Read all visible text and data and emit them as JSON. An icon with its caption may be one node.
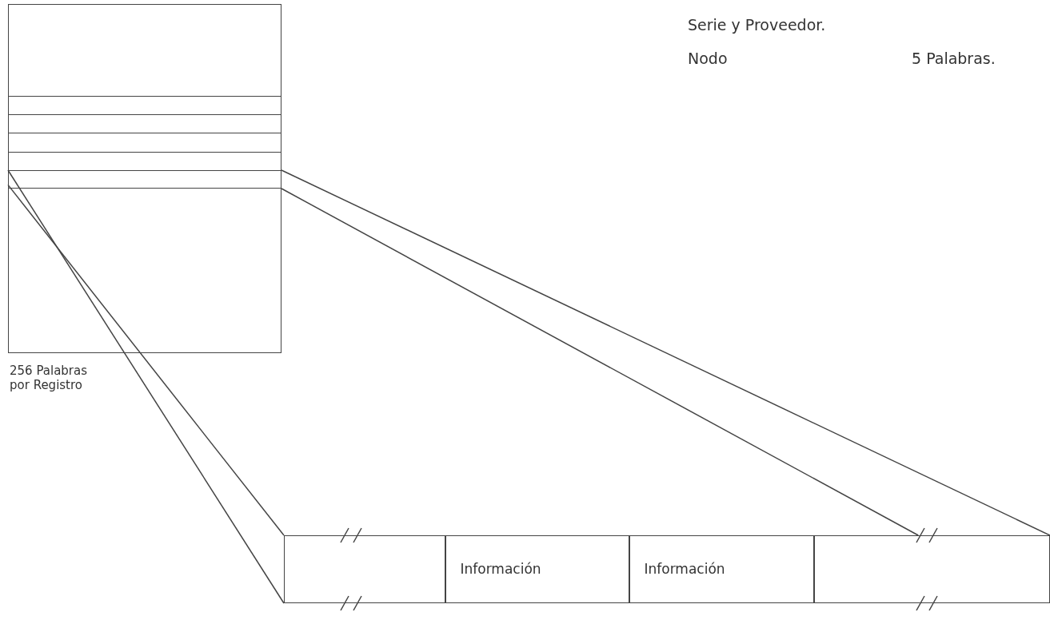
{
  "diagram": {
    "nodes": [
      {
        "text": [],
        "shape": "box",
        "beside": [
          "256 Palabras por Registro"
        ]
      },
      {
        "text": [],
        "shape": "bar",
        "in": 0
      },
      {
        "text": [],
        "shape": "box"
      },
      {
        "text": [],
        "shape": "box",
        "in": 2
      },
      {
        "text": [
          "Información"
        ],
        "in": 2
      },
      {
        "text": [
          "Información"
        ],
        "in": 2
      },
      {
        "text": [],
        "shape": "box",
        "in": 2
      }
    ],
    "edges": [
      {
        "from": 1,
        "to": 2,
        "arrow": "none"
      },
      {
        "from": 1,
        "to": 2,
        "arrow": "none"
      },
      {
        "from": 1,
        "to": 2,
        "arrow": "none"
      },
      {
        "from": 1,
        "to": 2,
        "arrow": "none"
      }
    ],
    "labels": [
      "Serie y Proveedor.",
      "Nodo",
      "5 Palabras."
    ]
  }
}
